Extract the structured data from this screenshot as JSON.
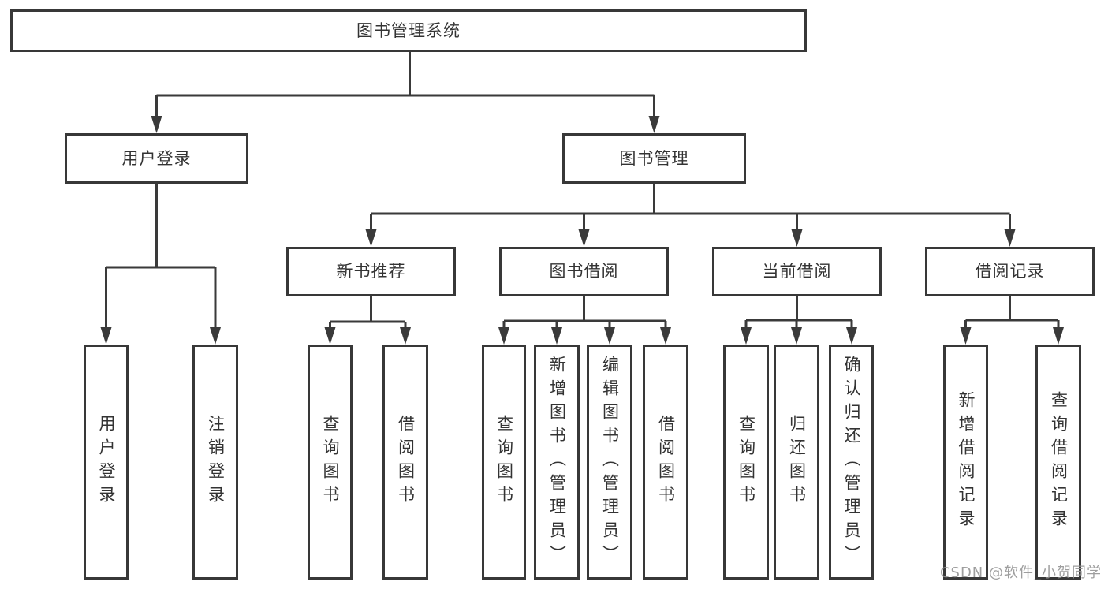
{
  "diagram": {
    "nodes": {
      "root": "图书管理系统",
      "user_login": "用户登录",
      "book_management": "图书管理",
      "new_book_recommend": "新书推荐",
      "book_borrowing": "图书借阅",
      "current_borrowing": "当前借阅",
      "borrowing_records": "借阅记录",
      "leaf_user_login": "用户登录",
      "leaf_logout": "注销登录",
      "leaf_recommend_query_books": "查询图书",
      "leaf_recommend_borrow_books": "借阅图书",
      "leaf_borrowing_query_books": "查询图书",
      "leaf_borrowing_add_books": "新增图书（管理员）",
      "leaf_borrowing_edit_books": "编辑图书（管理员）",
      "leaf_borrowing_borrow_books": "借阅图书",
      "leaf_current_query_books": "查询图书",
      "leaf_current_return_books": "归还图书",
      "leaf_current_confirm_return": "确认归还（管理员）",
      "leaf_records_add_record": "新增借阅记录",
      "leaf_records_query_record": "查询借阅记录"
    },
    "colors": {
      "line": "#3a3a3a",
      "text": "#333333",
      "box_background": "#ffffff",
      "watermark": "#949494"
    }
  },
  "watermark": "CSDN @软件_小贺同学"
}
